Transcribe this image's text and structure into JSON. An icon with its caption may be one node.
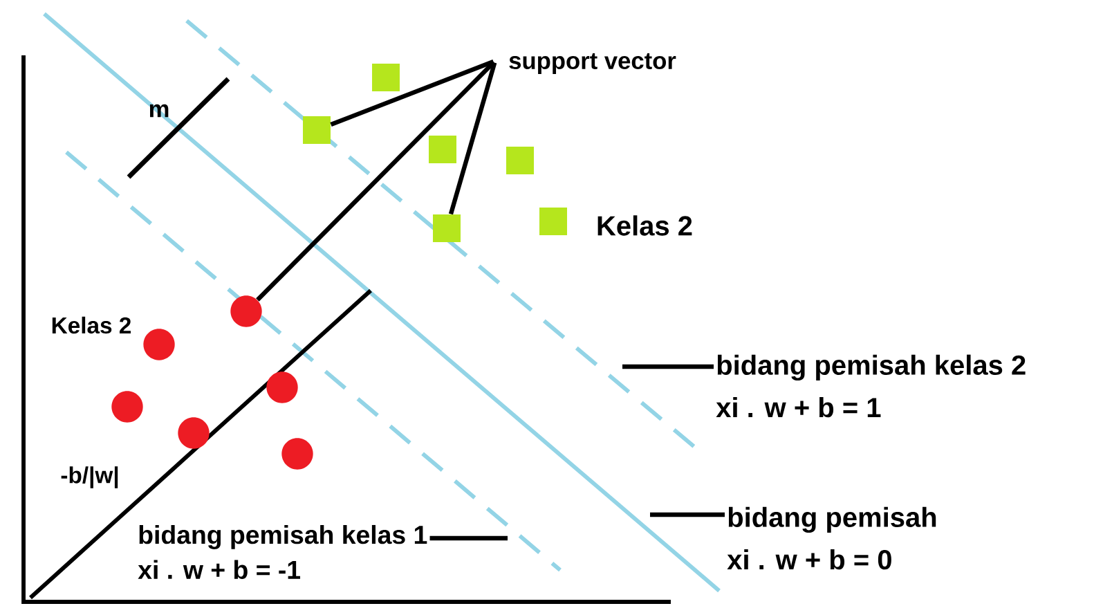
{
  "diagram": {
    "nodes": [
      {
        "text": [
          "support vector"
        ]
      },
      {
        "text": [],
        "shape": "circle"
      },
      {
        "text": [],
        "shape": "circle"
      },
      {
        "text": [],
        "shape": "circle"
      },
      {
        "text": [],
        "shape": "circle"
      },
      {
        "text": [],
        "shape": "circle"
      },
      {
        "text": [],
        "shape": "circle"
      },
      {
        "text": [],
        "shape": "box"
      },
      {
        "text": [],
        "shape": "box"
      },
      {
        "text": [],
        "shape": "box"
      },
      {
        "text": [],
        "shape": "box"
      },
      {
        "text": [],
        "shape": "box"
      },
      {
        "text": [],
        "shape": "box"
      },
      {
        "text": [
          "bidang pemisah kelas 2",
          "xi . w + b = 1"
        ]
      },
      {
        "text": [
          "bidang pemisah",
          "xi . w + b = 0"
        ]
      },
      {
        "text": [
          "bidang pemisah kelas 1",
          "xi . w + b = -1"
        ]
      }
    ],
    "edges": [
      {
        "from": 0,
        "to": 7,
        "arrow": "none"
      },
      {
        "from": 0,
        "to": 10,
        "arrow": "none"
      },
      {
        "from": 0,
        "to": 4,
        "arrow": "none"
      },
      {
        "from": 13,
        "to": null,
        "arrow": "none"
      },
      {
        "from": 14,
        "to": null,
        "arrow": "none"
      },
      {
        "from": 15,
        "to": null,
        "arrow": "none"
      }
    ],
    "labels": [
      "m",
      "Kelas 2",
      "Kelas 2",
      "-b/|w|"
    ]
  }
}
